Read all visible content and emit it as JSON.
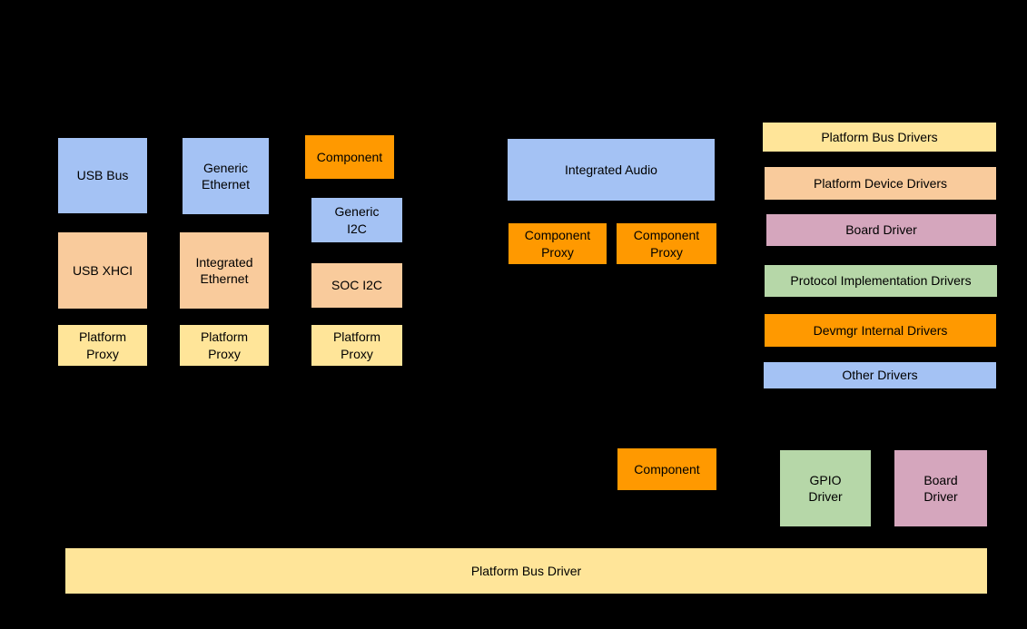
{
  "diagram": {
    "background_color": "#000000",
    "text_color": "#000000"
  },
  "palette": {
    "blue": "#a4c2f4",
    "light_orange": "#f9cb9c",
    "light_yellow": "#ffe599",
    "orange": "#ff9900",
    "light_green": "#b6d7a8",
    "light_pink": "#d5a6bd"
  },
  "boxes": [
    {
      "name": "usb-bus",
      "label": "USB Bus",
      "color": "#a4c2f4"
    },
    {
      "name": "usb-xhci",
      "label": "USB XHCI",
      "color": "#f9cb9c"
    },
    {
      "name": "platform-proxy-1",
      "label": "Platform\nProxy",
      "color": "#ffe599"
    },
    {
      "name": "generic-ethernet",
      "label": "Generic\nEthernet",
      "color": "#a4c2f4"
    },
    {
      "name": "integrated-ethernet",
      "label": "Integrated\nEthernet",
      "color": "#f9cb9c"
    },
    {
      "name": "platform-proxy-2",
      "label": "Platform\nProxy",
      "color": "#ffe599"
    },
    {
      "name": "component-top",
      "label": "Component",
      "color": "#ff9900"
    },
    {
      "name": "generic-i2c",
      "label": "Generic\nI2C",
      "color": "#a4c2f4"
    },
    {
      "name": "soc-i2c",
      "label": "SOC I2C",
      "color": "#f9cb9c"
    },
    {
      "name": "platform-proxy-3",
      "label": "Platform\nProxy",
      "color": "#ffe599"
    },
    {
      "name": "integrated-audio",
      "label": "Integrated Audio",
      "color": "#a4c2f4"
    },
    {
      "name": "component-proxy-1",
      "label": "Component\nProxy",
      "color": "#ff9900"
    },
    {
      "name": "component-proxy-2",
      "label": "Component\nProxy",
      "color": "#ff9900"
    },
    {
      "name": "component-bottom",
      "label": "Component",
      "color": "#ff9900"
    },
    {
      "name": "gpio-driver",
      "label": "GPIO\nDriver",
      "color": "#b6d7a8"
    },
    {
      "name": "board-driver",
      "label": "Board\nDriver",
      "color": "#d5a6bd"
    },
    {
      "name": "platform-bus-driver",
      "label": "Platform Bus Driver",
      "color": "#ffe599"
    }
  ],
  "legend": {
    "items": [
      {
        "name": "platform-bus-drivers",
        "label": "Platform Bus Drivers",
        "color": "#ffe599"
      },
      {
        "name": "platform-device-drivers",
        "label": "Platform Device Drivers",
        "color": "#f9cb9c"
      },
      {
        "name": "board-driver",
        "label": "Board Driver",
        "color": "#d5a6bd"
      },
      {
        "name": "protocol-implementation-drivers",
        "label": "Protocol Implementation Drivers",
        "color": "#b6d7a8"
      },
      {
        "name": "devmgr-internal-drivers",
        "label": "Devmgr Internal Drivers",
        "color": "#ff9900"
      },
      {
        "name": "other-drivers",
        "label": "Other Drivers",
        "color": "#a4c2f4"
      }
    ]
  }
}
